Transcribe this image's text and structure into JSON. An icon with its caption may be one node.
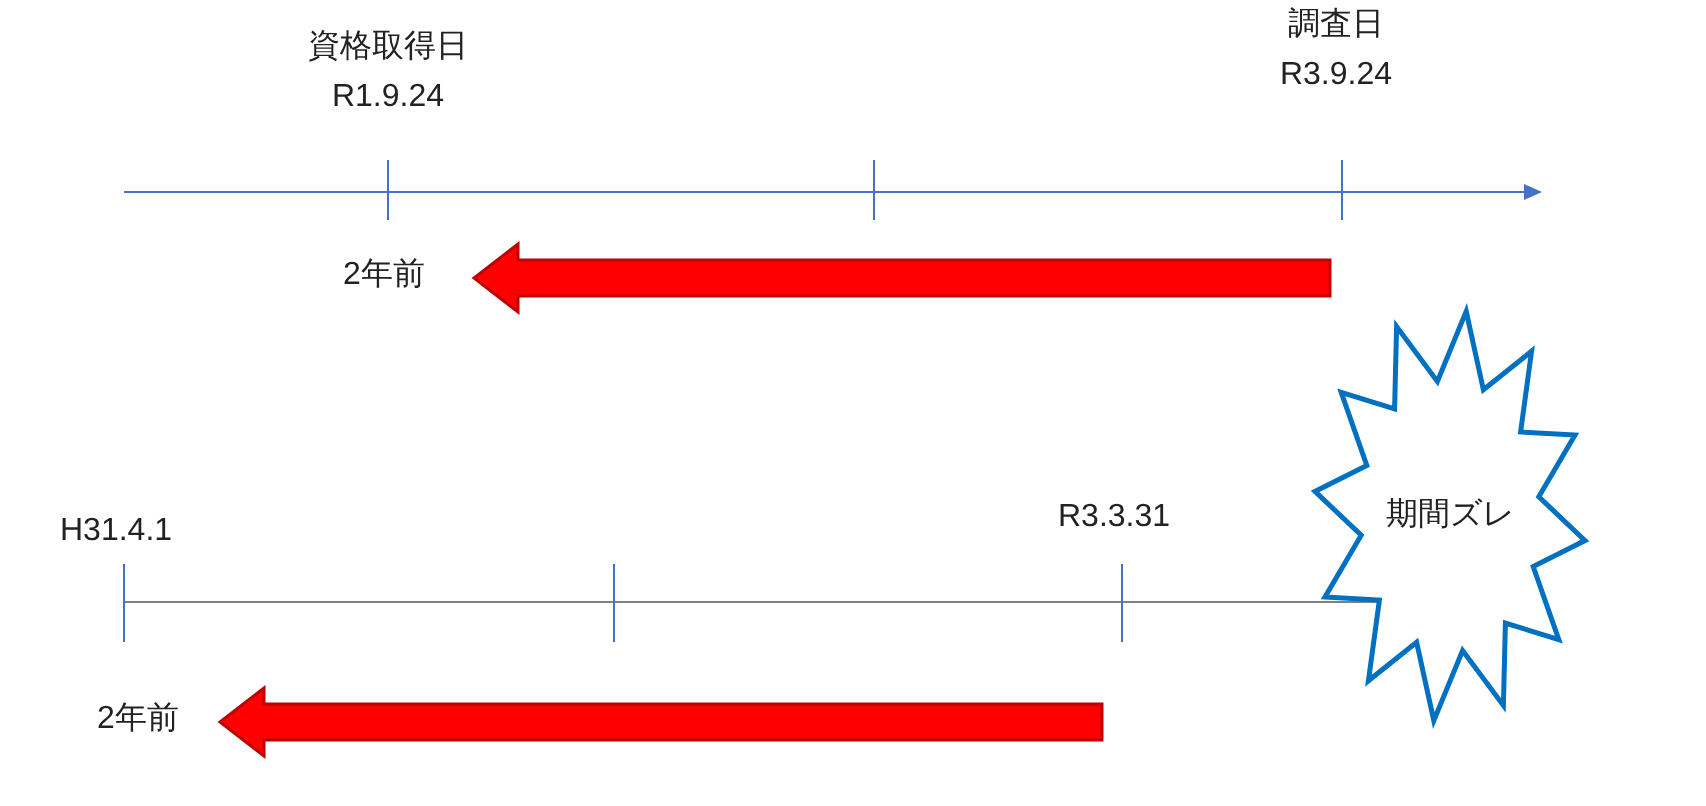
{
  "diagram": {
    "nodes": [
      {
        "text": [
          "資格取得日",
          "R1.9.24"
        ]
      },
      {
        "text": [
          "調査日",
          "R3.9.24"
        ]
      },
      {
        "text": [
          "2年前"
        ]
      },
      {
        "text": [
          "期間ズレ"
        ]
      },
      {
        "text": [
          "2年前"
        ]
      }
    ],
    "edges": [
      {
        "from": null,
        "to": 2,
        "arrow": "to",
        "style": "thick"
      },
      {
        "from": null,
        "to": 4,
        "arrow": "to",
        "style": "thick"
      }
    ],
    "labels": [
      "H31.4.1",
      "R3.3.31"
    ]
  }
}
